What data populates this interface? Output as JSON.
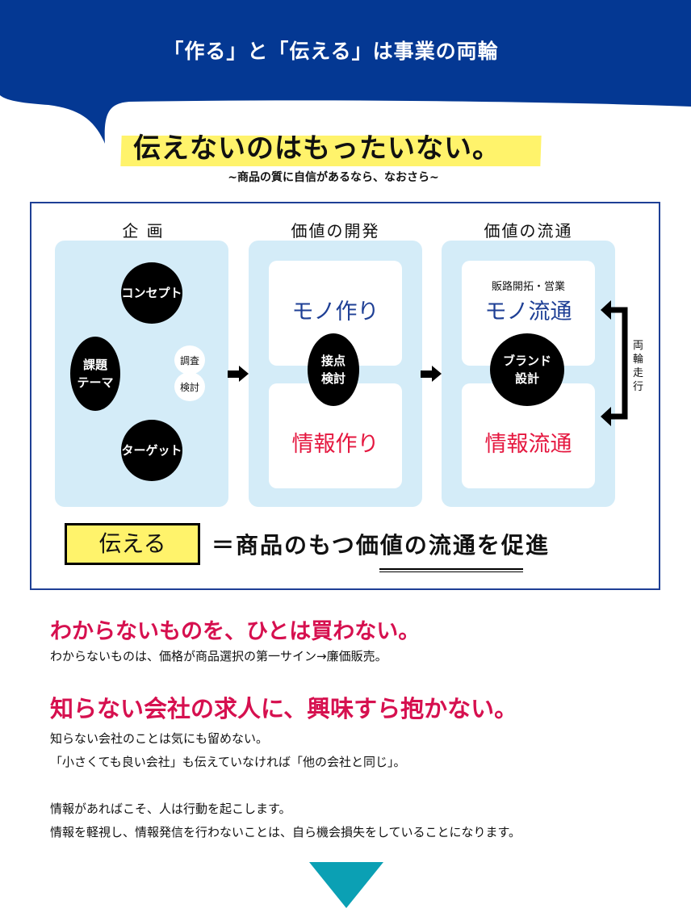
{
  "banner": {
    "title": "「作る」と「伝える」は事業の両輪"
  },
  "headline": "伝えないのはもったいない。",
  "subtitle": "~商品の質に自信があるなら、なおさら~",
  "diagram": {
    "columns": [
      "企 画",
      "価値の開発",
      "価値の流通"
    ],
    "plan": {
      "concept": "コンセプト",
      "theme": [
        "課題",
        "テーマ"
      ],
      "research": "調査",
      "review": "検討",
      "target": "ターゲット"
    },
    "dev": {
      "mono": "モノ作り",
      "info": "情報作り",
      "touch": [
        "接点",
        "検討"
      ]
    },
    "dist": {
      "note": "販路開拓・営業",
      "mono": "モノ流通",
      "info": "情報流通",
      "brand": [
        "ブランド",
        "設計"
      ]
    },
    "both_wheels": "両輪走行",
    "tsutaeru": "伝える",
    "equation_prefix": "＝商品のもつ",
    "equation_emph": "価値の流通",
    "equation_suffix": "を促進"
  },
  "sections": [
    {
      "heading": "わからないものを、ひとは買わない。",
      "lines": [
        "わからないものは、価格が商品選択の第一サイン→廉価販売。"
      ]
    },
    {
      "heading": "知らない会社の求人に、興味すら抱かない。",
      "lines": [
        "知らない会社のことは気にも留めない。",
        "「小さくても良い会社」も伝えていなければ「他の会社と同じ」。",
        "情報があればこそ、人は行動を起こします。",
        "情報を軽視し、情報発信を行わないことは、自ら機会損失をしていることになります。"
      ]
    }
  ],
  "colors": {
    "navy": "#043893",
    "red": "#d6104f",
    "yellow": "#fff36b",
    "teal": "#0ba0b4",
    "light_blue": "#d4ecf8"
  }
}
